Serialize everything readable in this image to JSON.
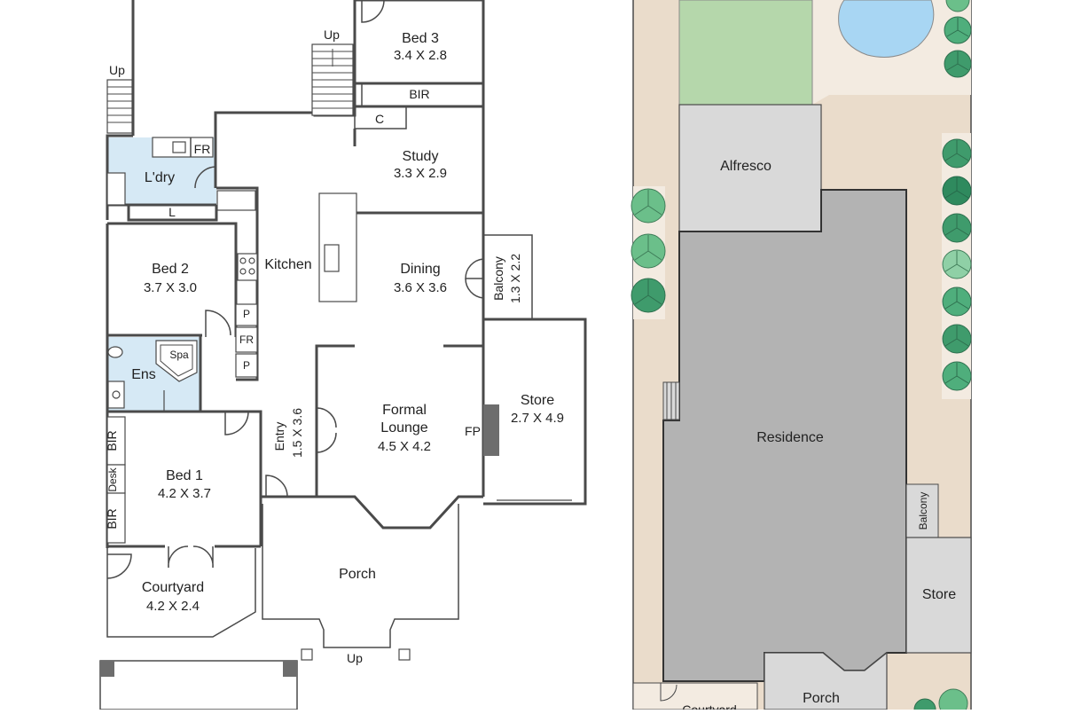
{
  "floor_plan": {
    "rooms": {
      "bed3": {
        "name": "Bed 3",
        "dims": "3.4 X 2.8"
      },
      "study": {
        "name": "Study",
        "dims": "3.3 X 2.9"
      },
      "dining": {
        "name": "Dining",
        "dims": "3.6 X 3.6"
      },
      "bed2": {
        "name": "Bed 2",
        "dims": "3.7 X 3.0"
      },
      "bed1": {
        "name": "Bed 1",
        "dims": "4.2 X 3.7"
      },
      "courtyard": {
        "name": "Courtyard",
        "dims": "4.2 X 2.4"
      },
      "formal_lounge": {
        "name_line1": "Formal",
        "name_line2": "Lounge",
        "dims": "4.5 X 4.2"
      },
      "store": {
        "name": "Store",
        "dims": "2.7 X 4.9"
      },
      "balcony": {
        "name": "Balcony",
        "dims": "1.3 X 2.2"
      },
      "entry": {
        "name": "Entry",
        "dims": "1.5 X 3.6"
      },
      "porch": {
        "name": "Porch"
      },
      "kitchen": {
        "name": "Kitchen"
      },
      "laundry": {
        "name": "L'dry"
      },
      "ensuite": {
        "name": "Ens"
      },
      "spa": {
        "name": "Spa"
      }
    },
    "labels": {
      "bir": "BIR",
      "fr": "FR",
      "c": "C",
      "l": "L",
      "p": "P",
      "desk": "Desk",
      "fp": "FP",
      "up": "Up"
    }
  },
  "site_plan": {
    "residence": "Residence",
    "alfresco": "Alfresco",
    "store": "Store",
    "balcony": "Balcony",
    "porch": "Porch",
    "courtyard": "Courtyard"
  },
  "colors": {
    "wall": "#4a4a4a",
    "wet_area": "#d6e9f5",
    "residence": "#b3b3b3",
    "light_grey": "#d9d9d9",
    "lawn": "#b5d7ab",
    "pool": "#a8d6f3",
    "ground": "#eadccb",
    "paving": "#f3ebe1",
    "tree": "#3f9b6c"
  }
}
